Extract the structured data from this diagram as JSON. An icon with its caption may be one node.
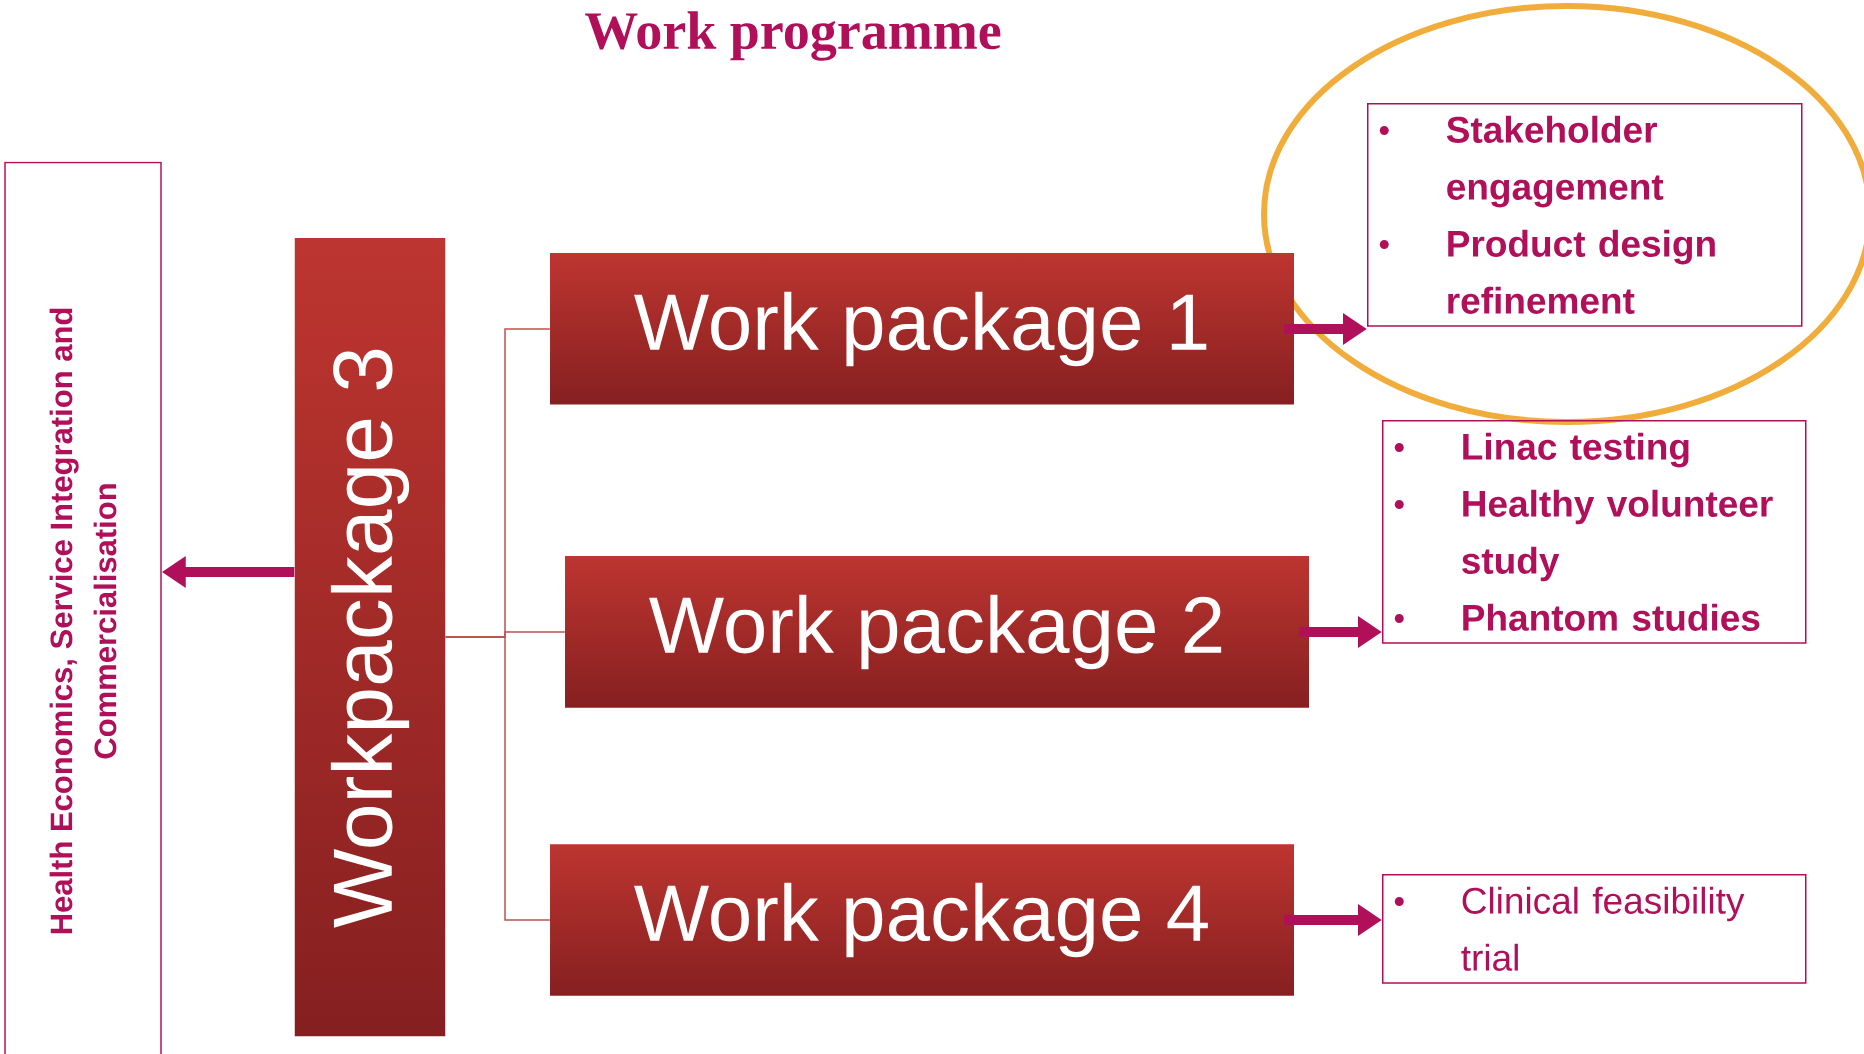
{
  "diagram": {
    "title": "Work programme",
    "nodes": [
      {
        "text": [
          "Health Economics, Service Integration and Commercialisation"
        ]
      },
      {
        "text": [
          "Workpackage 3"
        ]
      },
      {
        "text": [
          "Work package 1"
        ]
      },
      {
        "text": [
          "Work package 2"
        ]
      },
      {
        "text": [
          "Work package 4"
        ]
      },
      {
        "text": [
          "Stakeholder engagement",
          "Product design refinement"
        ]
      },
      {
        "text": [
          "Linac testing",
          "Healthy volunteer study",
          "Phantom studies"
        ]
      },
      {
        "text": [
          "Clinical feasibility trial"
        ]
      }
    ],
    "edges": [
      {
        "from": 1,
        "to": 0,
        "arrow": "to"
      },
      {
        "from": 1,
        "to": 2,
        "arrow": "none",
        "color": "#c0504d"
      },
      {
        "from": 1,
        "to": 3,
        "arrow": "none",
        "color": "#c0504d"
      },
      {
        "from": 1,
        "to": 4,
        "arrow": "none",
        "color": "#c0504d"
      },
      {
        "from": 2,
        "to": 5,
        "arrow": "to"
      },
      {
        "from": 3,
        "to": 6,
        "arrow": "to"
      },
      {
        "from": 4,
        "to": 7,
        "arrow": "to"
      }
    ]
  }
}
